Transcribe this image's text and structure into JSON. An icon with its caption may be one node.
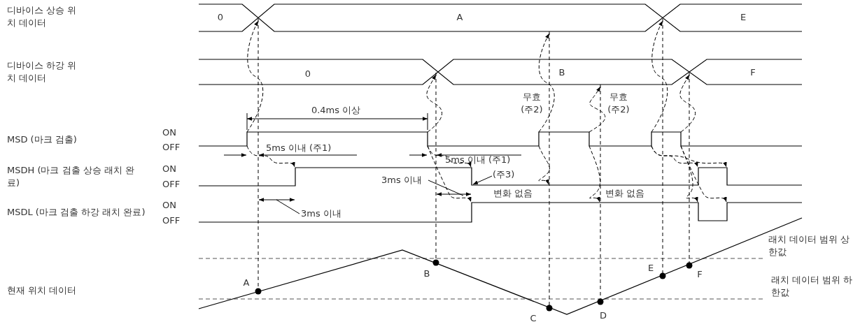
{
  "diagram": {
    "labels": [
      "디바이스 상승 위치 데이터",
      "0",
      "A",
      "E",
      "디바이스 하강 위치 데이터",
      "0",
      "B",
      "F",
      "무효 (주2)",
      "무효 (주2)",
      "0.4ms 이상",
      "MSD (마크 검출)",
      "ON",
      "OFF",
      "5ms 이내 (주1)",
      "5ms 이내 (주1)",
      "MSDH (마크 검출 상승 래치 완료)",
      "ON",
      "OFF",
      "3ms 이내",
      "(주3)",
      "변화 없음",
      "변화 없음",
      "MSDL (마크 검출 하강 래치 완료)",
      "ON",
      "OFF",
      "3ms 이내",
      "래치 데이터 범위 상한값",
      "A",
      "B",
      "현재 위치 데이터",
      "E",
      "F",
      "래치 데이터 범위 하한값",
      "C",
      "D"
    ]
  }
}
